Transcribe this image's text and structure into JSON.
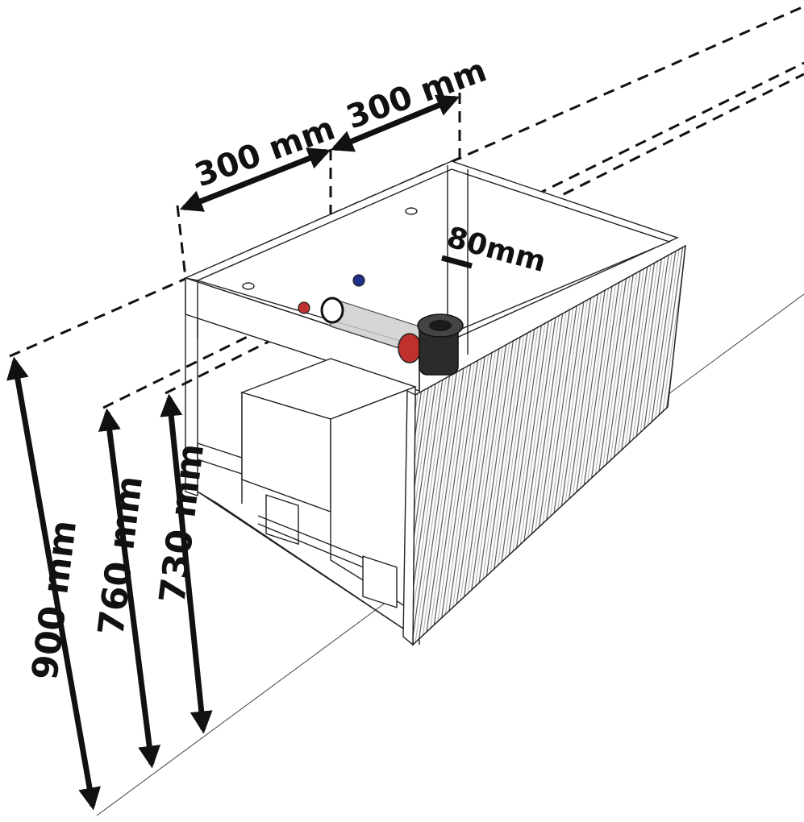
{
  "dimensions": {
    "width_left": "300 mm",
    "width_right": "300 mm",
    "offset": "80mm",
    "height_total": "900 mm",
    "height_middle": "760 mm",
    "height_low": "730 mm"
  },
  "colors": {
    "hot_valve": "#c0302c",
    "cold_valve": "#1f2f8c",
    "siphon": "#2b2b2b",
    "ink": "#111111"
  }
}
